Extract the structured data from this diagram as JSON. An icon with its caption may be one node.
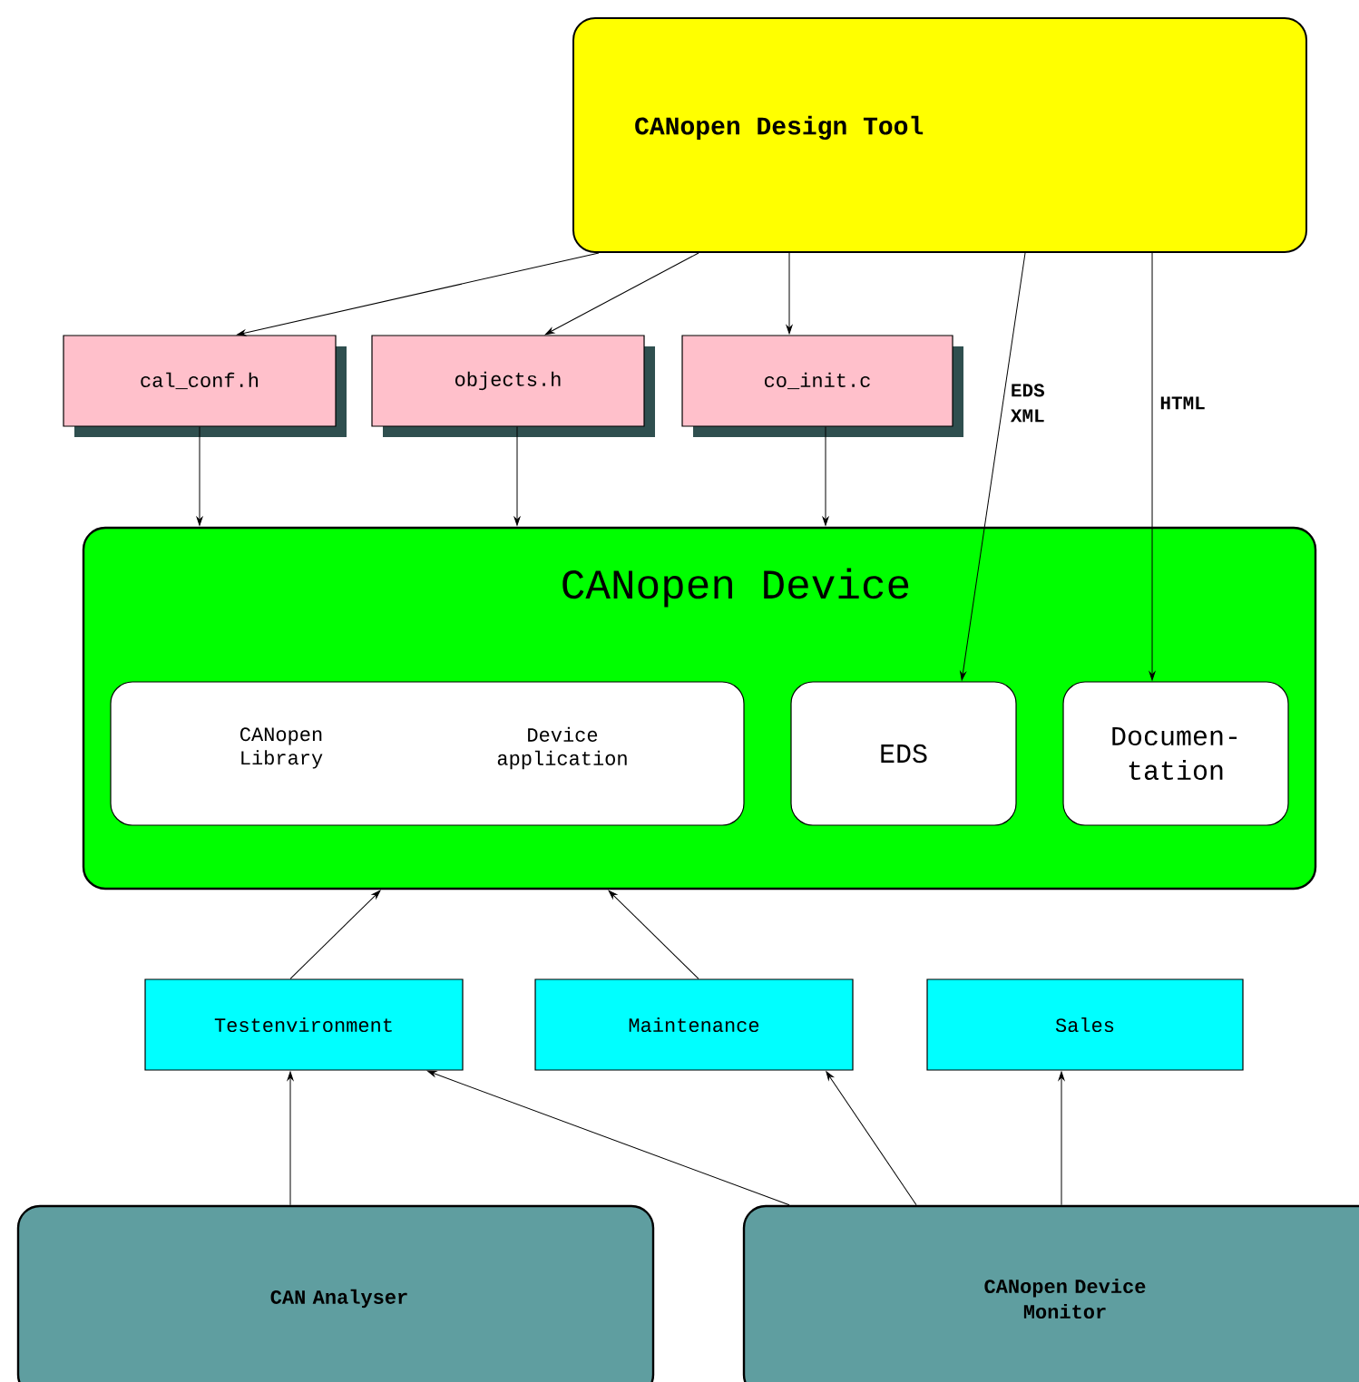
{
  "diagram": {
    "nodes": [
      {
        "text": [
          "CANopen Design Tool"
        ]
      },
      {
        "text": [
          "cal_conf.h"
        ]
      },
      {
        "text": [
          "objects.h"
        ]
      },
      {
        "text": [
          "co_init.c"
        ]
      },
      {
        "text": [
          "CANopen Device"
        ]
      },
      {
        "text": [
          "CANopen Library",
          "Device application"
        ],
        "in": 4
      },
      {
        "text": [
          "EDS"
        ],
        "in": 4
      },
      {
        "text": [
          "Documen- tation"
        ],
        "in": 4
      },
      {
        "text": [
          "Testenvironment"
        ]
      },
      {
        "text": [
          "Maintenance"
        ]
      },
      {
        "text": [
          "Sales"
        ]
      },
      {
        "text": [
          "CAN Analyser"
        ]
      },
      {
        "text": [
          "CANopen Device Monitor"
        ]
      }
    ],
    "edges": [
      {
        "from": 0,
        "to": 1,
        "arrow": "to"
      },
      {
        "from": 0,
        "to": 2,
        "arrow": "to"
      },
      {
        "from": 0,
        "to": 3,
        "arrow": "to"
      },
      {
        "from": 0,
        "to": 6,
        "arrow": "to",
        "label": "EDS XML"
      },
      {
        "from": 0,
        "to": 7,
        "arrow": "to",
        "label": "HTML"
      },
      {
        "from": 1,
        "to": 4,
        "arrow": "to"
      },
      {
        "from": 2,
        "to": 4,
        "arrow": "to"
      },
      {
        "from": 3,
        "to": 4,
        "arrow": "to"
      },
      {
        "from": 8,
        "to": 4,
        "arrow": "to"
      },
      {
        "from": 9,
        "to": 4,
        "arrow": "to"
      },
      {
        "from": 11,
        "to": 8,
        "arrow": "to"
      },
      {
        "from": 12,
        "to": 8,
        "arrow": "to"
      },
      {
        "from": 12,
        "to": 9,
        "arrow": "to"
      },
      {
        "from": 12,
        "to": 10,
        "arrow": "to"
      }
    ]
  }
}
